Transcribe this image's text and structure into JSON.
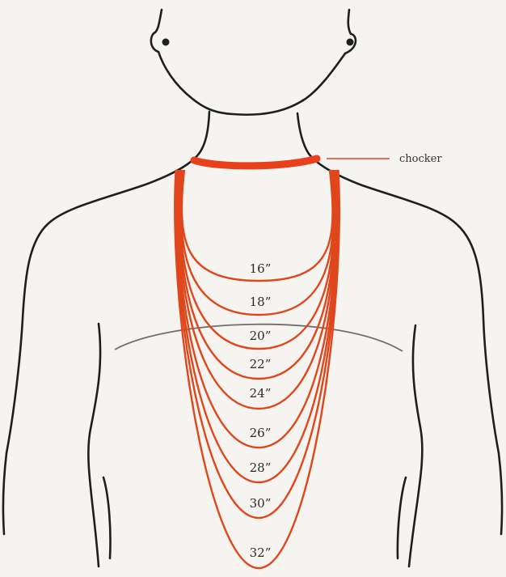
{
  "colors": {
    "background": "#f6f4f0",
    "outline": "#1f1f1f",
    "necklace": "#e0461c",
    "choker": "#e8401a",
    "bust_line": "#6f6f6f"
  },
  "choker": {
    "label": "chocker"
  },
  "necklaces": [
    {
      "label": "16”"
    },
    {
      "label": "18”"
    },
    {
      "label": "20”"
    },
    {
      "label": "22”"
    },
    {
      "label": "24”"
    },
    {
      "label": "26”"
    },
    {
      "label": "28”"
    },
    {
      "label": "30”"
    },
    {
      "label": "32”"
    }
  ]
}
